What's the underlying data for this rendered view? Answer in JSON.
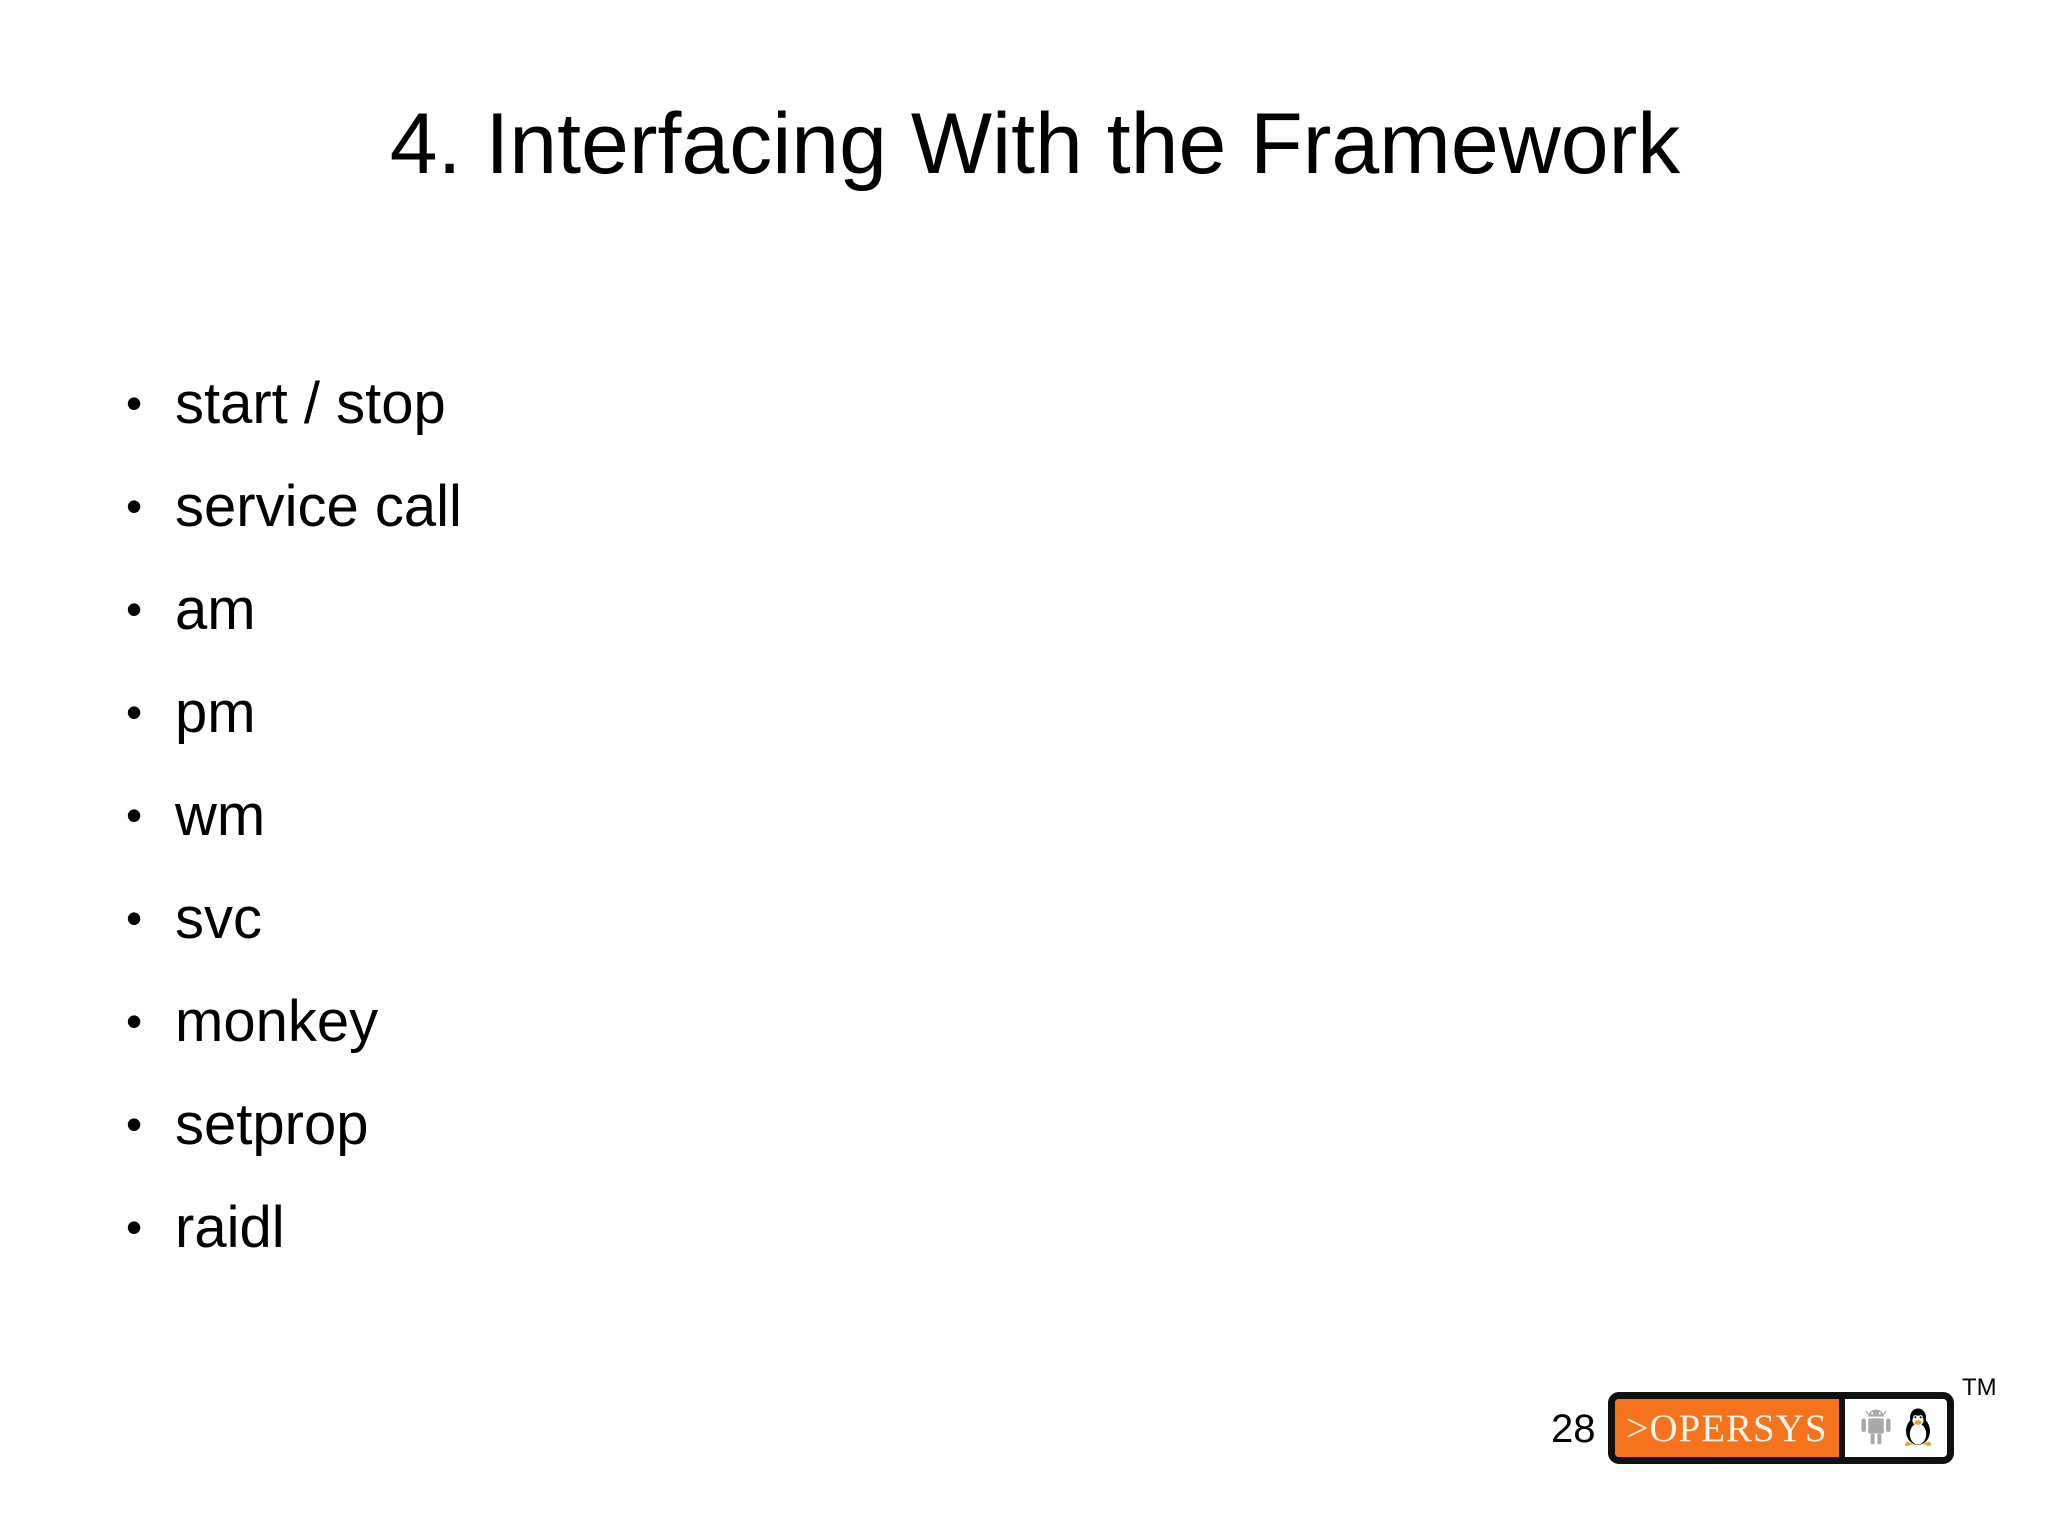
{
  "slide": {
    "title": "4. Interfacing With the Framework",
    "bullet_marker": "•",
    "bullets": [
      {
        "label": "start / stop"
      },
      {
        "label": "service call"
      },
      {
        "label": "am"
      },
      {
        "label": "pm"
      },
      {
        "label": "wm"
      },
      {
        "label": "svc"
      },
      {
        "label": "monkey"
      },
      {
        "label": "setprop"
      },
      {
        "label": "raidl"
      }
    ]
  },
  "footer": {
    "page_number": "28",
    "trademark": "TM",
    "logo": {
      "wordmark": ">OPERSYS",
      "wordmark_bg_color": "#F4731C",
      "wordmark_text_color": "#FFF4EC",
      "border_color": "#111111",
      "android_icon_color": "#A9A9A9",
      "tux_icon_color": "#000000",
      "icons": [
        "android-icon",
        "tux-icon"
      ]
    }
  }
}
